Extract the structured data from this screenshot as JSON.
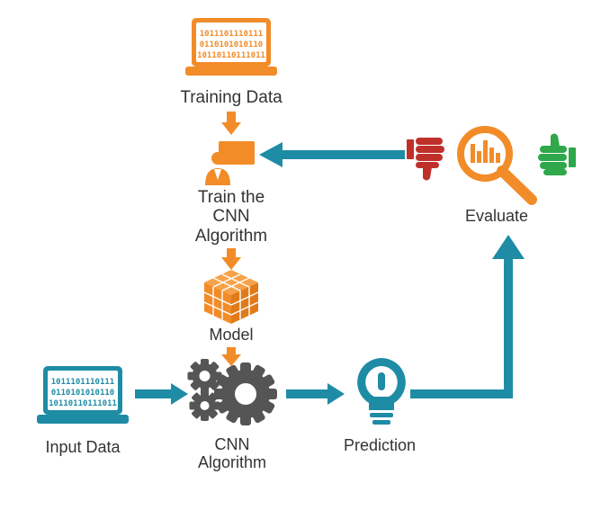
{
  "nodes": {
    "training_data": {
      "label": "Training Data",
      "bits": [
        "1011101110111",
        "0110101010110",
        "10110110111011"
      ]
    },
    "train_cnn": {
      "label_lines": [
        "Train the",
        "CNN",
        "Algorithm"
      ]
    },
    "model": {
      "label": "Model"
    },
    "input_data": {
      "label": "Input Data",
      "bits": [
        "1011101110111",
        "0110101010110",
        "10110110111011"
      ]
    },
    "cnn_algorithm": {
      "label_lines": [
        "CNN",
        "Algorithm"
      ]
    },
    "prediction": {
      "label": "Prediction"
    },
    "evaluate": {
      "label": "Evaluate"
    }
  },
  "colors": {
    "orange": "#F28C28",
    "teal": "#1F8CA6",
    "gray": "#555555",
    "red": "#C0302B",
    "green": "#2EA84A",
    "text": "#333333"
  },
  "icons": {
    "training_data": "laptop-binary-icon",
    "train_cnn": "presenter-board-icon",
    "model": "cube-grid-icon",
    "input_data": "laptop-binary-icon",
    "cnn_algorithm": "gears-icon",
    "prediction": "lightbulb-icon",
    "evaluate": "magnifier-chart-icon",
    "thumbs_down": "thumbs-down-icon",
    "thumbs_up": "thumbs-up-icon"
  }
}
